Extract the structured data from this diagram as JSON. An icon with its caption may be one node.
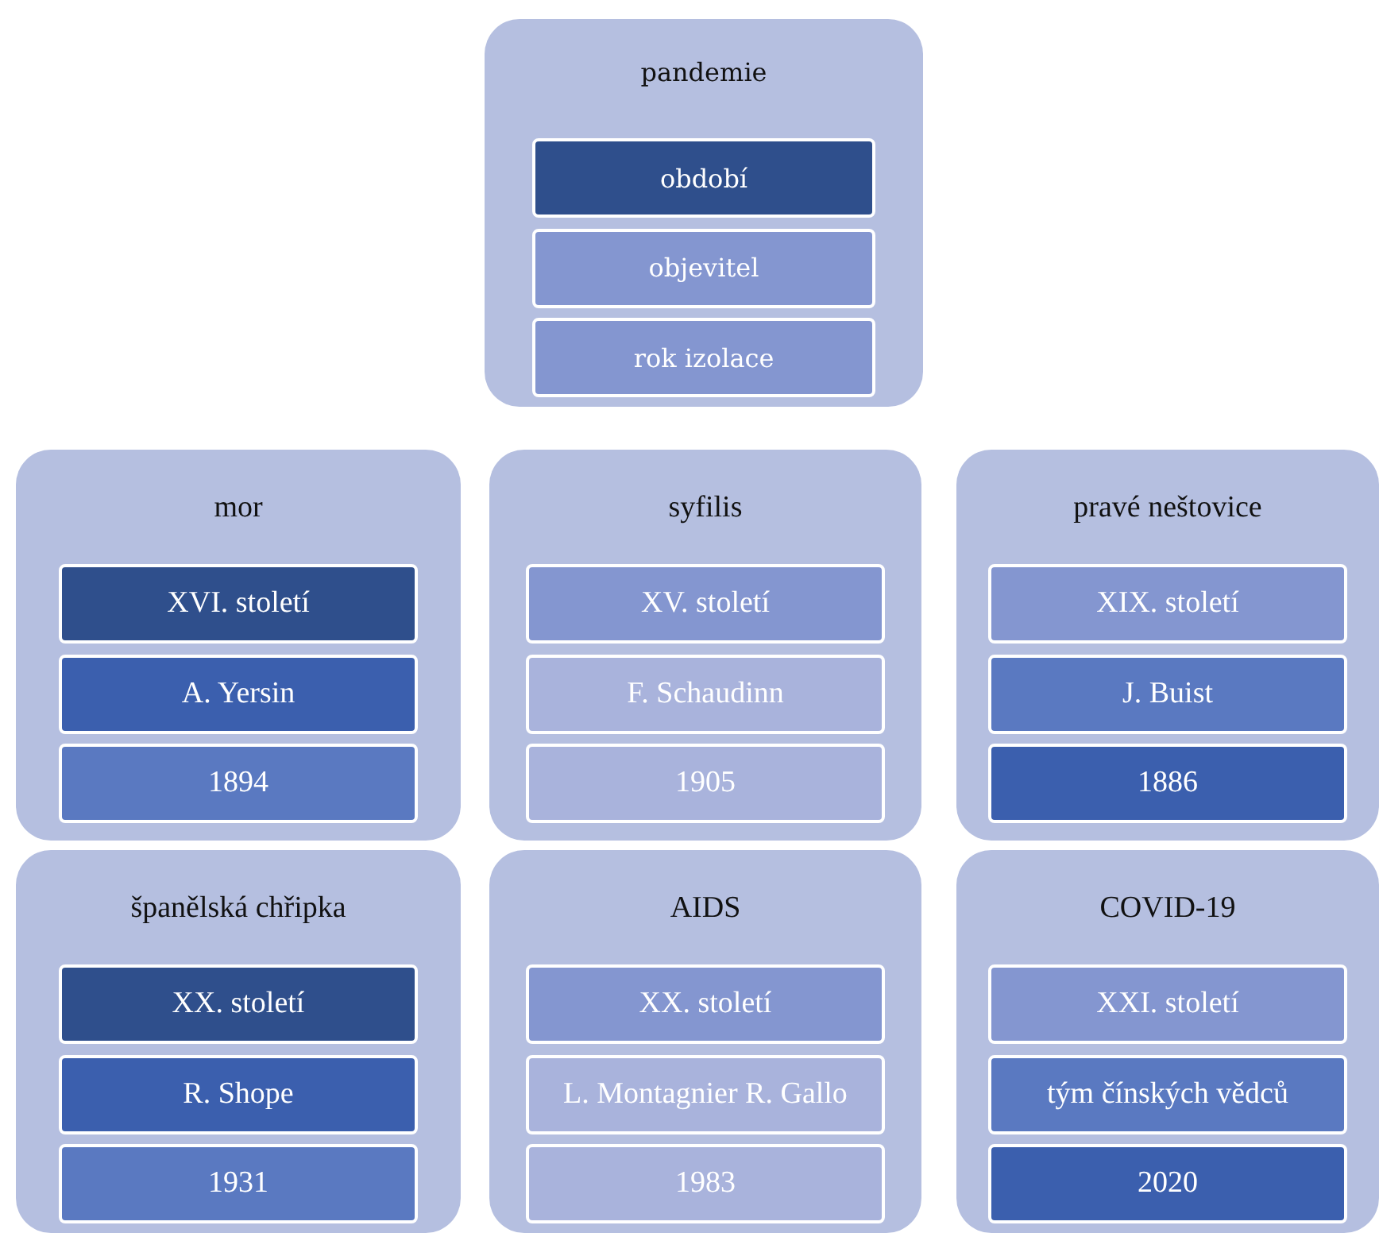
{
  "diagram": {
    "nodes": [
      {
        "text": [
          "pandemie"
        ]
      },
      {
        "text": [
          "období"
        ],
        "in": 0
      },
      {
        "text": [
          "objevitel"
        ],
        "in": 0
      },
      {
        "text": [
          "rok izolace"
        ],
        "in": 0
      },
      {
        "text": [
          "mor"
        ]
      },
      {
        "text": [
          "XVI. století"
        ],
        "in": 4
      },
      {
        "text": [
          "A. Yersin"
        ],
        "in": 4
      },
      {
        "text": [
          "1894"
        ],
        "in": 4
      },
      {
        "text": [
          "syfilis"
        ]
      },
      {
        "text": [
          "XV. století"
        ],
        "in": 8
      },
      {
        "text": [
          "F. Schaudinn"
        ],
        "in": 8
      },
      {
        "text": [
          "1905"
        ],
        "in": 8
      },
      {
        "text": [
          "pravé neštovice"
        ]
      },
      {
        "text": [
          "XIX. století"
        ],
        "in": 12
      },
      {
        "text": [
          "J. Buist"
        ],
        "in": 12
      },
      {
        "text": [
          "1886"
        ],
        "in": 12
      },
      {
        "text": [
          "španělská chřipka"
        ]
      },
      {
        "text": [
          "XX. století"
        ],
        "in": 16
      },
      {
        "text": [
          "R. Shope"
        ],
        "in": 16
      },
      {
        "text": [
          "1931"
        ],
        "in": 16
      },
      {
        "text": [
          "AIDS"
        ]
      },
      {
        "text": [
          "XX. století"
        ],
        "in": 20
      },
      {
        "text": [
          "L. Montagnier R. Gallo"
        ],
        "in": 20
      },
      {
        "text": [
          "1983"
        ],
        "in": 20
      },
      {
        "text": [
          "COVID-19"
        ]
      },
      {
        "text": [
          "XXI. století"
        ],
        "in": 24
      },
      {
        "text": [
          "tým čínských vědců"
        ],
        "in": 24
      },
      {
        "text": [
          "2020"
        ],
        "in": 24
      }
    ]
  }
}
